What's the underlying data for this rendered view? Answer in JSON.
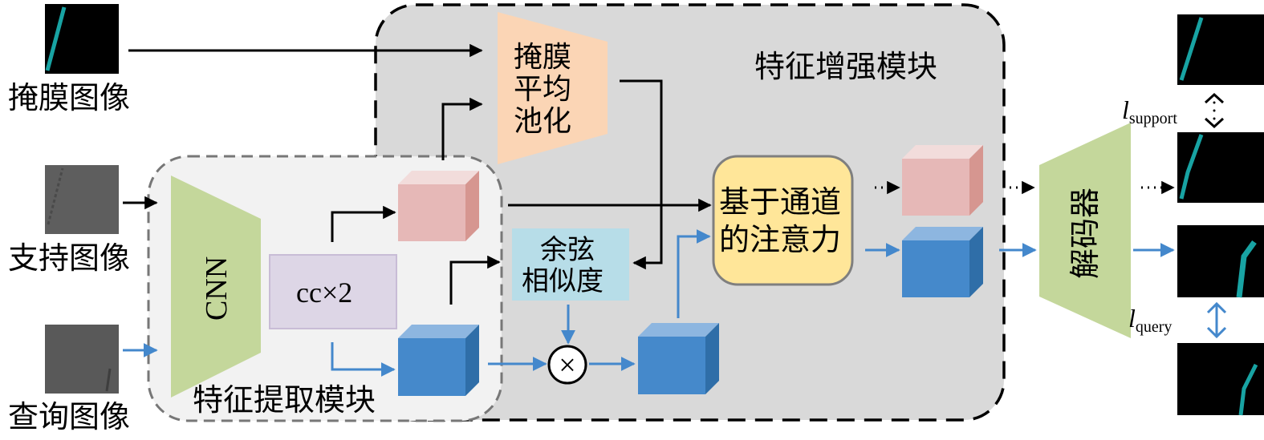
{
  "inputs": {
    "mask_image_label": "掩膜图像",
    "support_image_label": "支持图像",
    "query_image_label": "查询图像"
  },
  "modules": {
    "feature_extraction_label": "特征提取模块",
    "feature_enhancement_label": "特征增强模块"
  },
  "blocks": {
    "cnn_label": "CNN",
    "cc_label": "cc×2",
    "mask_pooling_lines": [
      "掩膜",
      "平均",
      "池化"
    ],
    "cosine_similarity_lines": [
      "余弦",
      "相似度"
    ],
    "channel_attention_lines": [
      "基于通道",
      "的注意力"
    ],
    "decoder_label": "解码器",
    "multiply_symbol": "×"
  },
  "losses": {
    "support_loss_symbol": "l",
    "support_loss_subscript": "support",
    "query_loss_symbol": "l",
    "query_loss_subscript": "query"
  },
  "colors": {
    "support_path": "#000000",
    "query_path": "#4488cc",
    "support_feature_front": "#e6b8b7",
    "support_feature_top": "#f2dcdb",
    "support_feature_side": "#d69690",
    "query_feature_front": "#4589cb",
    "query_feature_top": "#8db6e0",
    "query_feature_side": "#2f6ea8",
    "cnn_fill": "#c4d79b",
    "cc_fill": "#ddd6e6",
    "mask_pool_fill": "#fbd5b5",
    "cosine_fill": "#b7dde8",
    "attention_fill": "#ffe699",
    "enhancement_bg": "#d9d9d9",
    "extraction_bg": "#f2f2f2",
    "mask_stroke": "#18a3a3"
  }
}
